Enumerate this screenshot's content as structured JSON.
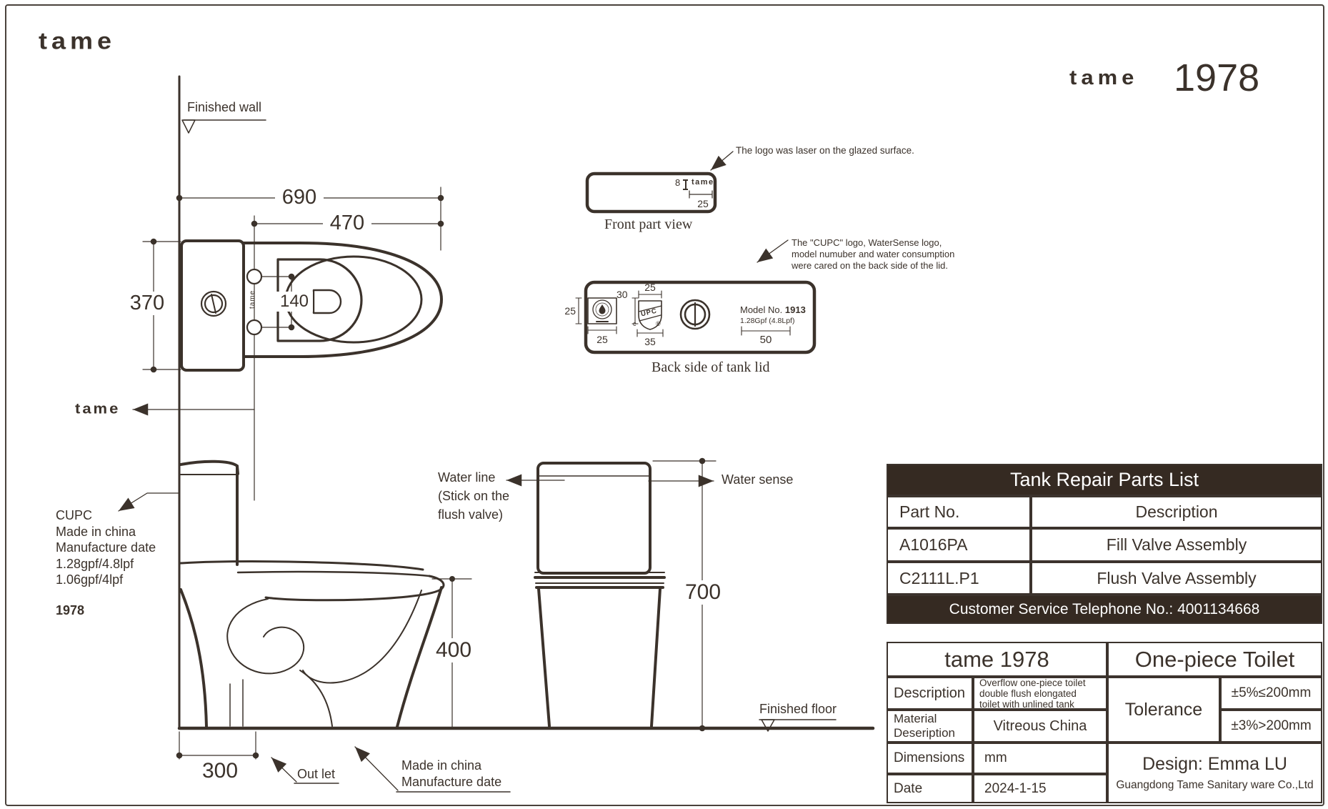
{
  "colors": {
    "ink": "#3b322b",
    "table_dark": "#352a22"
  },
  "header": {
    "brand_logo": "tame",
    "brand_right": "tame",
    "model_number": "1978"
  },
  "plan_view": {
    "finished_wall_label": "Finished wall",
    "dim_690": "690",
    "dim_470": "470",
    "dim_370": "370",
    "dim_140": "140",
    "tank_logo_text": "tame",
    "tame_leader_label": "tame"
  },
  "front_part_view": {
    "caption": "Front part view",
    "dim_8": "8",
    "logo_text": "tame",
    "dim_25": "25",
    "annotation": "The logo was laser on the glazed surface."
  },
  "tank_lid_view": {
    "caption": "Back side of tank lid",
    "dim_left_25": "25",
    "dim_bottom_25": "25",
    "dim_30": "30",
    "dim_top_25": "25",
    "dim_35": "35",
    "dim_50": "50",
    "upc_label": "UPC",
    "upc_c": "c",
    "upc_r": "®",
    "model_label": "Model No. ",
    "model_value": "1913",
    "consumption": "1.28Gpf (4.8Lpf)",
    "annotation_line1": "The \"CUPC\" logo, WaterSense logo,",
    "annotation_line2": "model numuber and water consumption",
    "annotation_line3": "were cared on the back side of the lid."
  },
  "elevation": {
    "water_line_label1": "Water line",
    "water_line_label2": "(Stick on the",
    "water_line_label3": "flush valve)",
    "water_sense_label": "Water sense",
    "dim_700": "700",
    "dim_400": "400",
    "dim_300": "300",
    "outlet_label": "Out let",
    "made_in_line1": "Made in china",
    "made_in_line2": "Manufacture date",
    "finished_floor_label": "Finished floor"
  },
  "side_notes": {
    "lines": [
      "CUPC",
      "Made in china",
      "Manufacture date",
      "1.28gpf/4.8lpf",
      "1.06gpf/4lpf"
    ],
    "model_bold": "1978"
  },
  "parts_table": {
    "title": "Tank Repair Parts List",
    "col_part": "Part No.",
    "col_desc": "Description",
    "rows": [
      {
        "part": "A1016PA",
        "desc": "Fill Valve Assembly"
      },
      {
        "part": "C2111L.P1",
        "desc": "Flush Valve Assembly"
      }
    ],
    "footer": "Customer Service Telephone No.: 4001134668"
  },
  "spec_table": {
    "model_title": "tame 1978",
    "type_title": "One-piece Toilet",
    "desc_label": "Description",
    "desc_line1": "Overflow one-piece toilet",
    "desc_line2": "double flush elongated",
    "desc_line3": "toilet with unlined tank",
    "material_label1": "Material",
    "material_label2": "Deseription",
    "material_value": "Vitreous China",
    "tolerance_label": "Tolerance",
    "tolerance_1": "±5%≤200mm",
    "tolerance_2": "±3%>200mm",
    "dims_label": "Dimensions",
    "dims_value": "mm",
    "date_label": "Date",
    "date_value": "2024-1-15",
    "design": "Design: Emma LU",
    "company": "Guangdong Tame Sanitary ware Co.,Ltd"
  }
}
